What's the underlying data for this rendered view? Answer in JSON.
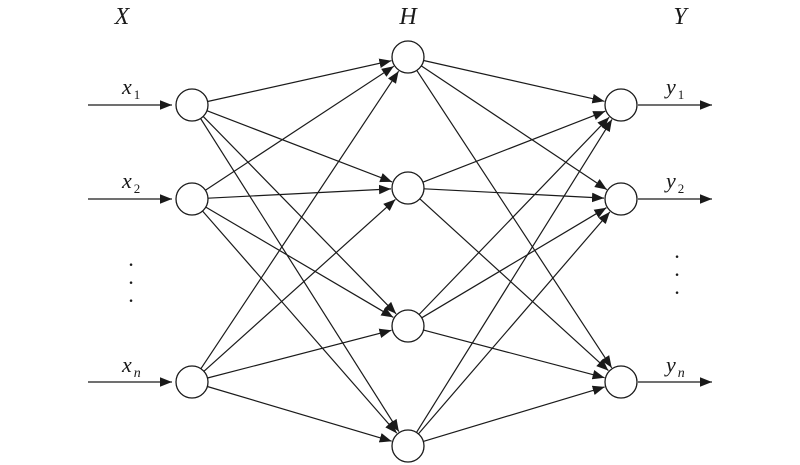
{
  "layers": {
    "input_title": "X",
    "hidden_title": "H",
    "output_title": "Y"
  },
  "inputs": [
    {
      "var": "x",
      "sub": "1"
    },
    {
      "var": "x",
      "sub": "2"
    },
    {
      "var": "x",
      "sub": "n"
    }
  ],
  "outputs": [
    {
      "var": "y",
      "sub": "1"
    },
    {
      "var": "y",
      "sub": "2"
    },
    {
      "var": "y",
      "sub": "n"
    }
  ],
  "ellipsis": "·",
  "structure": {
    "input_nodes": 3,
    "hidden_nodes": 4,
    "output_nodes": 3,
    "connectivity": "fully-connected"
  }
}
